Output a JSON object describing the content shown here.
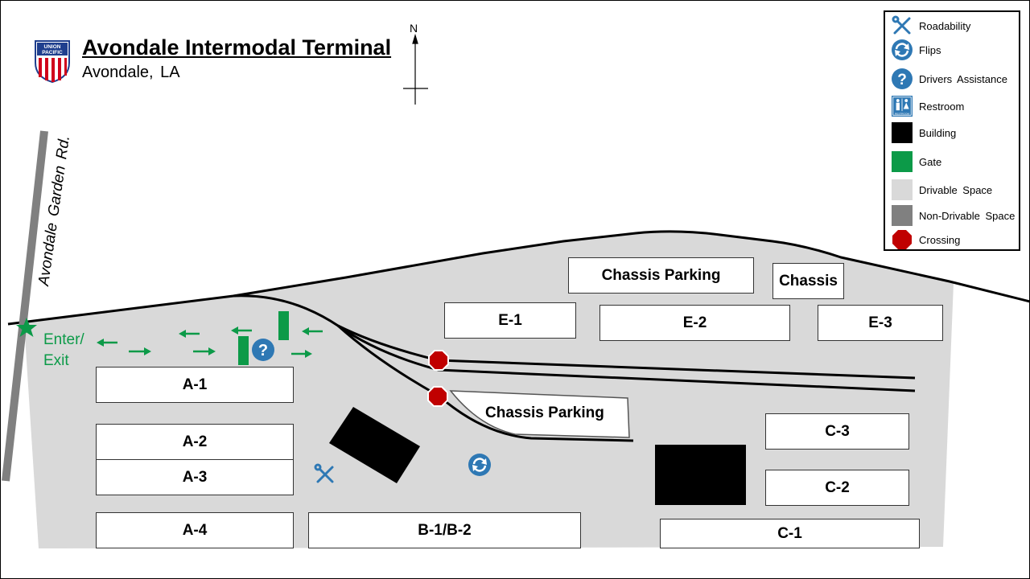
{
  "header": {
    "title": "Avondale Intermodal Terminal",
    "subtitle": "Avondale,  LA",
    "logo": {
      "line1": "UNION",
      "line2": "PACIFIC"
    }
  },
  "compass": {
    "north": "N"
  },
  "road": {
    "name": "Avondale Garden Rd."
  },
  "entry": {
    "label": "Enter/\nExit"
  },
  "lots": {
    "a1": "A-1",
    "a2": "A-2",
    "a3": "A-3",
    "a4": "A-4",
    "b1b2": "B-1/B-2",
    "c1": "C-1",
    "c2": "C-2",
    "c3": "C-3",
    "e1": "E-1",
    "e2": "E-2",
    "e3": "E-3",
    "chassis_parking_top": "Chassis Parking",
    "chassis_small": "Chassis",
    "chassis_parking_mid": "Chassis Parking"
  },
  "legend": {
    "items": [
      {
        "icon": "wrench-icon",
        "label": "Roadability"
      },
      {
        "icon": "flip-icon",
        "label": "Flips"
      },
      {
        "icon": "question-icon",
        "label": "Drivers  Assistance"
      },
      {
        "icon": "restroom-icon",
        "label": "Restroom",
        "sign_text": "RESTROOM"
      },
      {
        "icon": "building-swatch",
        "label": "Building"
      },
      {
        "icon": "gate-swatch",
        "label": "Gate"
      },
      {
        "icon": "drivable-swatch",
        "label": "Drivable  Space"
      },
      {
        "icon": "non-drivable-swatch",
        "label": "Non-Drivable  Space"
      },
      {
        "icon": "crossing-icon",
        "label": "Crossing"
      }
    ]
  },
  "colors": {
    "drivable": "#d9d9d9",
    "non_drivable": "#808080",
    "building": "#000000",
    "gate": "#0c9a48",
    "crossing": "#c00000",
    "icon_blue": "#2e78b4",
    "up_blue": "#1f3f8e",
    "up_red": "#d0021b"
  }
}
